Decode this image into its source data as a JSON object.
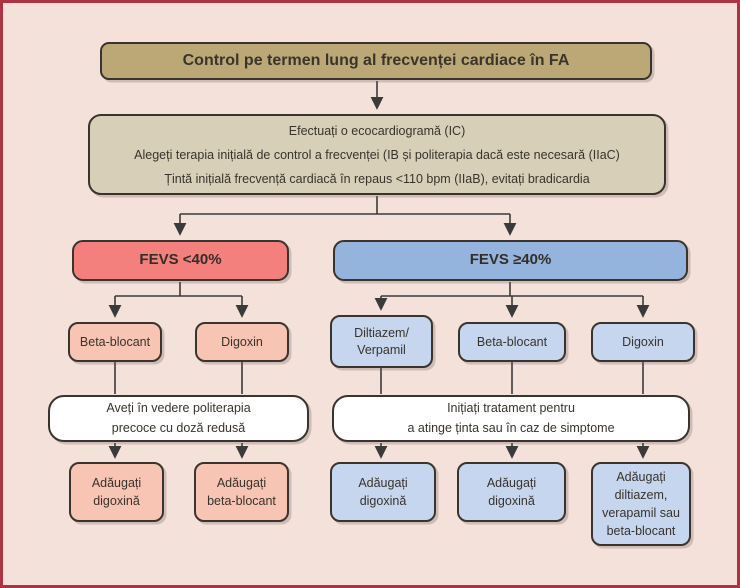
{
  "colors": {
    "background": "#f4e1da",
    "frame_border": "#ad3344",
    "title_fill": "#bca877",
    "instructions_fill": "#d8cfb8",
    "left_branch_fill": "#f4807d",
    "left_branch_light_fill": "#f8c4b4",
    "right_branch_fill": "#94b4dd",
    "right_branch_light_fill": "#c6d6ee",
    "note_fill": "#ffffff",
    "node_border": "#39342e",
    "arrow_color": "#3a3a3a"
  },
  "flowchart": {
    "title": "Control pe termen lung al frecvenței cardiace în FA",
    "instructions": {
      "line1": "Efectuați o ecocardiogramă (IC)",
      "line2": "Alegeți terapia inițială de control a frecvenței (IB și politerapia dacă este necesară (IIaC)",
      "line3": "Țintă inițială frecvență cardiacă în repaus <110 bpm (IIaB), evitați bradicardia"
    },
    "left": {
      "label": "FEVS <40%",
      "drugs": [
        "Beta-blocant",
        "Digoxin"
      ],
      "note": "Aveți în vedere politerapia\nprecoce cu doză redusă",
      "outcomes": [
        "Adăugați\ndigoxină",
        "Adăugați\nbeta-blocant"
      ]
    },
    "right": {
      "label": "FEVS ≥40%",
      "drugs": [
        "Diltiazem/\nVerpamil",
        "Beta-blocant",
        "Digoxin"
      ],
      "note": "Inițiați tratament pentru\na atinge ținta sau în caz de simptome",
      "outcomes": [
        "Adăugați\ndigoxină",
        "Adăugați\ndigoxină",
        "Adăugați\ndiltiazem,\nverapamil sau\nbeta-blocant"
      ]
    }
  }
}
